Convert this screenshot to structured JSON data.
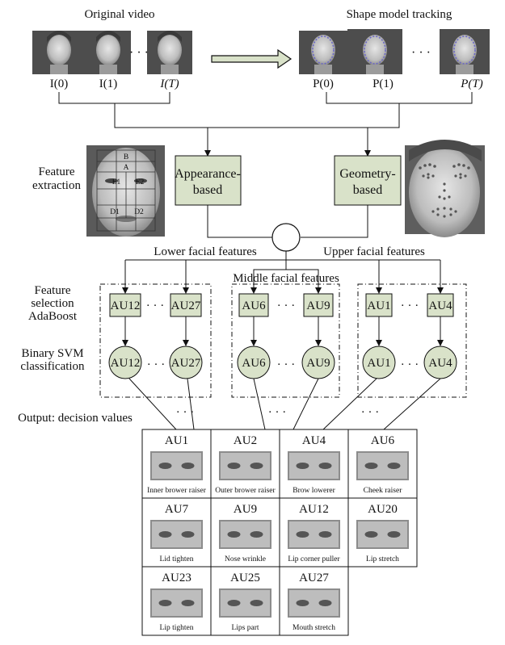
{
  "top": {
    "original_video": "Original video",
    "shape_model_tracking": "Shape model tracking",
    "frames_left": [
      "I(0)",
      "I(1)",
      "I(T)"
    ],
    "frames_right": [
      "P(0)",
      "P(1)",
      "P(T)"
    ],
    "ellipsis": "· · ·"
  },
  "extraction": {
    "label_line1": "Feature",
    "label_line2": "extraction",
    "appearance_line1": "Appearance-",
    "appearance_line2": "based",
    "geometry_line1": "Geometry-",
    "geometry_line2": "based",
    "grid_labels": [
      "B",
      "A",
      "E1",
      "E2",
      "D1",
      "D2"
    ]
  },
  "groups": {
    "lower": "Lower facial features",
    "middle": "Middle facial features",
    "upper": "Upper facial features"
  },
  "selection": {
    "line1": "Feature",
    "line2": "selection",
    "line3": "AdaBoost"
  },
  "svm": {
    "line1": "Binary SVM",
    "line2": "classification"
  },
  "output_label": "Output: decision values",
  "ellipsis": "· · ·",
  "feature_boxes": [
    "AU12",
    "AU27",
    "AU6",
    "AU9",
    "AU1",
    "AU4"
  ],
  "classifiers": [
    "AU12",
    "AU27",
    "AU6",
    "AU9",
    "AU1",
    "AU4"
  ],
  "au_table": [
    {
      "code": "AU1",
      "desc": "Inner brower raiser"
    },
    {
      "code": "AU2",
      "desc": "Outer brower raiser"
    },
    {
      "code": "AU4",
      "desc": "Brow lowerer"
    },
    {
      "code": "AU6",
      "desc": "Cheek raiser"
    },
    {
      "code": "AU7",
      "desc": "Lid tighten"
    },
    {
      "code": "AU9",
      "desc": "Nose wrinkle"
    },
    {
      "code": "AU12",
      "desc": "Lip corner puller"
    },
    {
      "code": "AU20",
      "desc": "Lip stretch"
    },
    {
      "code": "AU23",
      "desc": "Lip tighten"
    },
    {
      "code": "AU25",
      "desc": "Lips part"
    },
    {
      "code": "AU27",
      "desc": "Mouth stretch"
    }
  ],
  "colors": {
    "node_fill": "#d9e2c9",
    "line": "#111111",
    "photo_bg": "#5a5a5a"
  }
}
